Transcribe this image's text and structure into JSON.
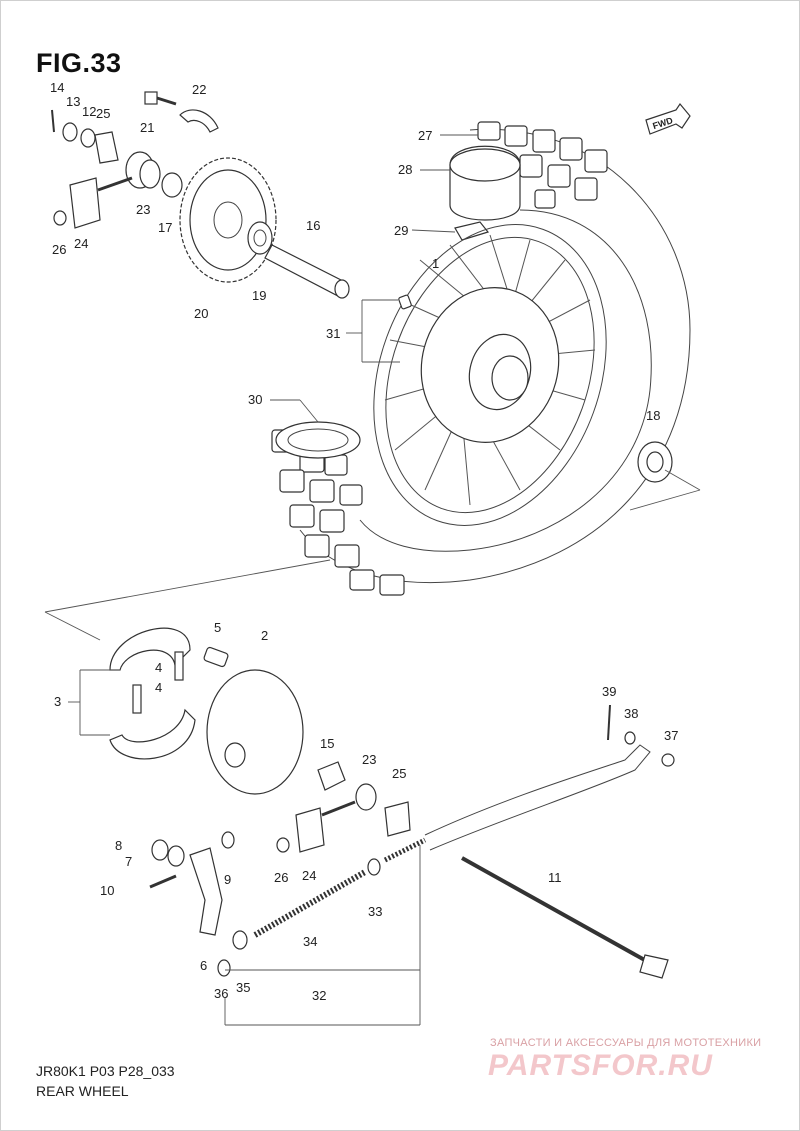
{
  "figure": {
    "title": "FIG.33",
    "model_code": "JR80K1  P03  P28_033",
    "caption": "REAR WHEEL",
    "direction_tag": "FWD"
  },
  "watermark": {
    "top_text": "ЗАПЧАСТИ И АКСЕССУАРЫ ДЛЯ МОТОТЕХНИКИ",
    "main_text": "PARTSFOR.RU"
  },
  "callouts": [
    "1",
    "2",
    "3",
    "4",
    "4",
    "5",
    "6",
    "7",
    "8",
    "9",
    "10",
    "11",
    "12",
    "13",
    "14",
    "15",
    "16",
    "17",
    "18",
    "19",
    "20",
    "21",
    "22",
    "23",
    "23",
    "24",
    "24",
    "25",
    "25",
    "26",
    "26",
    "27",
    "28",
    "29",
    "30",
    "31",
    "32",
    "33",
    "34",
    "35",
    "36",
    "37",
    "38",
    "39"
  ],
  "colors": {
    "ink": "#333333",
    "watermark": "#f3c7cb"
  }
}
